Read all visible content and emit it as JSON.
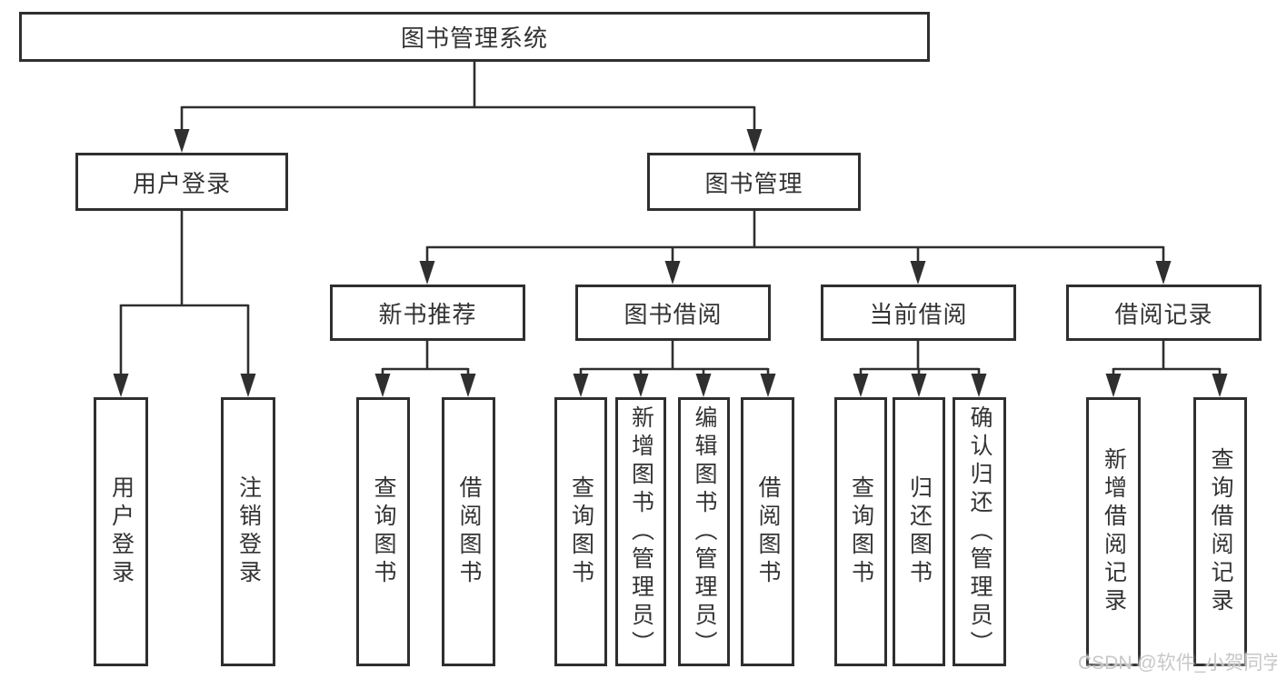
{
  "tree": {
    "root": {
      "label": "图书管理系统"
    },
    "branches": [
      {
        "label": "用户登录",
        "children": [
          {
            "label": "用户登录"
          },
          {
            "label": "注销登录"
          }
        ]
      },
      {
        "label": "图书管理",
        "sections": [
          {
            "label": "新书推荐",
            "children": [
              {
                "label": "查询图书"
              },
              {
                "label": "借阅图书"
              }
            ]
          },
          {
            "label": "图书借阅",
            "children": [
              {
                "label": "查询图书"
              },
              {
                "label": "新增图书（管理员）"
              },
              {
                "label": "编辑图书（管理员）"
              },
              {
                "label": "借阅图书"
              }
            ]
          },
          {
            "label": "当前借阅",
            "children": [
              {
                "label": "查询图书"
              },
              {
                "label": "归还图书"
              },
              {
                "label": "确认归还（管理员）"
              }
            ]
          },
          {
            "label": "借阅记录",
            "children": [
              {
                "label": "新增借阅记录"
              },
              {
                "label": "查询借阅记录"
              }
            ]
          }
        ]
      }
    ]
  },
  "watermark": {
    "text": "CSDN @软件_小贺同学"
  },
  "colors": {
    "line": "#2f2f2f",
    "text": "#333333",
    "watermark": "#c8c8c8",
    "background": "#ffffff"
  }
}
